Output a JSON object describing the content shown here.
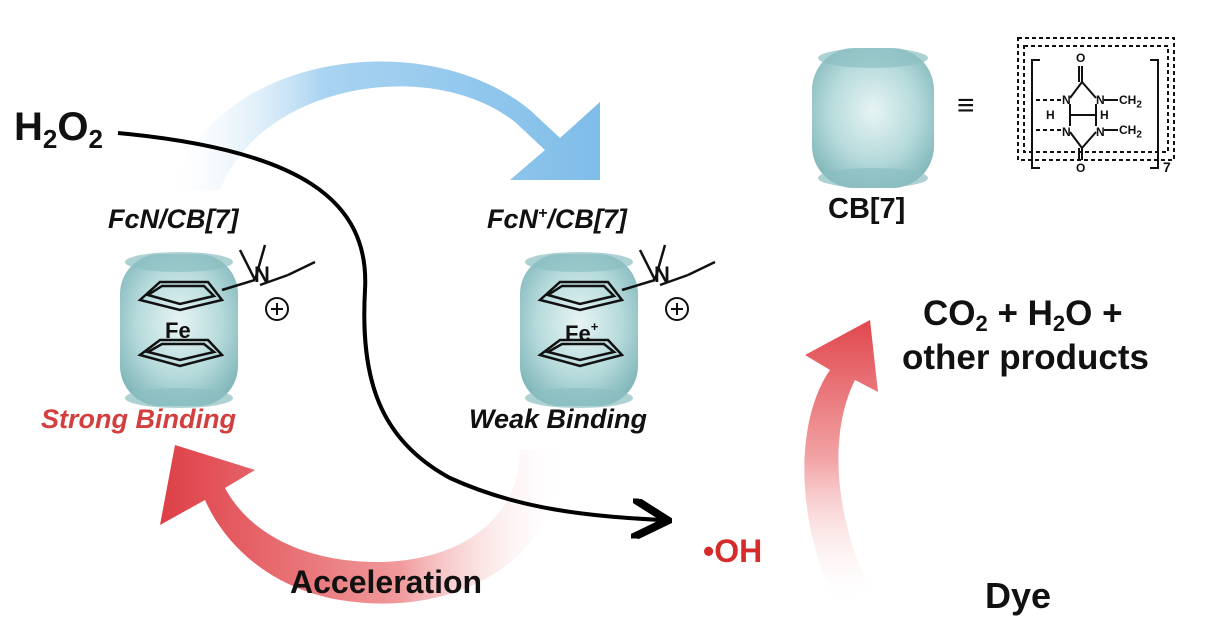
{
  "h2o2": {
    "main": "H",
    "sub1": "2",
    "mid": "O",
    "sub2": "2"
  },
  "left_complex": {
    "label": "FcN/CB[7]",
    "metal": "Fe",
    "amine": "N",
    "charge": "⊕",
    "binding": "Strong Binding"
  },
  "right_complex": {
    "label_pre": "FcN",
    "label_sup": "+",
    "label_post": "/CB[7]",
    "metal": "Fe",
    "metal_sup": "+",
    "amine": "N",
    "charge": "⊕",
    "binding": "Weak Binding"
  },
  "acceleration": "Acceleration",
  "hydroxyl": "•OH",
  "products": {
    "line1_a": "CO",
    "line1_sub": "2",
    "line1_b": " + H",
    "line1_sub2": "2",
    "line1_c": "O +",
    "line2": "other products"
  },
  "dye": "Dye",
  "cb_legend": {
    "name": "CB[7]",
    "equiv": "≡",
    "n": "N",
    "o": "O",
    "h": "H",
    "ch2": "CH",
    "ch2_sub": "2",
    "repeat": "7"
  },
  "colors": {
    "blue_arrow": "#8cc3ea",
    "red_arrow": "#e0474d",
    "cb_body": "#b3d9db",
    "cb_cap": "#8cbfc2",
    "red_text": "#d33f3f",
    "oh_text": "#d42b2b"
  }
}
